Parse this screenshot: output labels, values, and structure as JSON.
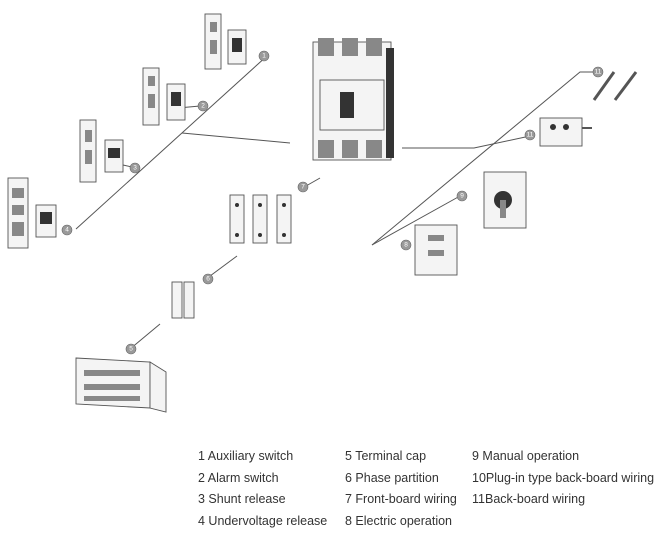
{
  "callouts": [
    "1",
    "2",
    "3",
    "4",
    "5",
    "6",
    "7",
    "8",
    "9",
    "11",
    "11"
  ],
  "legend": {
    "col1": [
      "1 Auxiliary switch",
      "2 Alarm switch",
      "3 Shunt release",
      "4 Undervoltage release"
    ],
    "col2": [
      "5 Terminal cap",
      "6 Phase partition",
      "7 Front-board wiring",
      "8 Electric operation"
    ],
    "col3": [
      "9 Manual operation",
      "10Plug-in type back-board wiring",
      "11Back-board wiring"
    ]
  }
}
